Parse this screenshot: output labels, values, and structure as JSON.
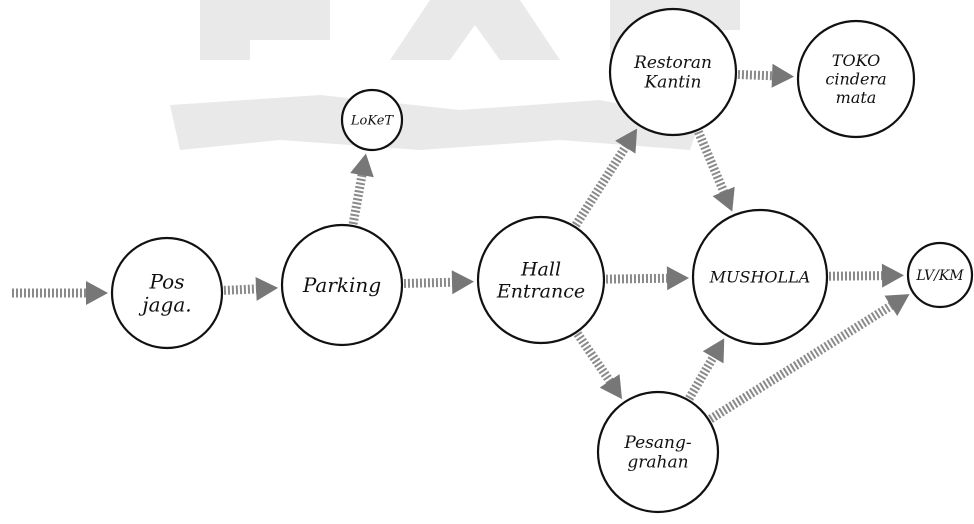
{
  "diagram": {
    "nodes": [
      {
        "id": "pos-jaga",
        "lines": [
          "Pos",
          "jaga."
        ]
      },
      {
        "id": "parking",
        "lines": [
          "Parking"
        ]
      },
      {
        "id": "loket",
        "lines": [
          "LoKeT"
        ]
      },
      {
        "id": "hall-entrance",
        "lines": [
          "Hall",
          "Entrance"
        ]
      },
      {
        "id": "restoran-kantin",
        "lines": [
          "Restoran",
          "Kantin"
        ]
      },
      {
        "id": "toko-cindera-mata",
        "lines": [
          "TOKO",
          "cindera",
          "mata"
        ]
      },
      {
        "id": "mushola",
        "lines": [
          "MUSHOLLA"
        ]
      },
      {
        "id": "pesanggrahan",
        "lines": [
          "Pesang-",
          "grahan"
        ]
      },
      {
        "id": "lv-km",
        "lines": [
          "LV/KM"
        ]
      }
    ],
    "edges": [
      {
        "from": "start",
        "to": "pos-jaga"
      },
      {
        "from": "pos-jaga",
        "to": "parking"
      },
      {
        "from": "parking",
        "to": "loket"
      },
      {
        "from": "parking",
        "to": "hall-entrance"
      },
      {
        "from": "hall-entrance",
        "to": "restoran-kantin"
      },
      {
        "from": "hall-entrance",
        "to": "mushola"
      },
      {
        "from": "hall-entrance",
        "to": "pesanggrahan"
      },
      {
        "from": "restoran-kantin",
        "to": "toko-cindera-mata"
      },
      {
        "from": "restoran-kantin",
        "to": "mushola"
      },
      {
        "from": "pesanggrahan",
        "to": "mushola"
      },
      {
        "from": "mushola",
        "to": "lv-km"
      },
      {
        "from": "pesanggrahan",
        "to": "lv-km"
      }
    ]
  }
}
